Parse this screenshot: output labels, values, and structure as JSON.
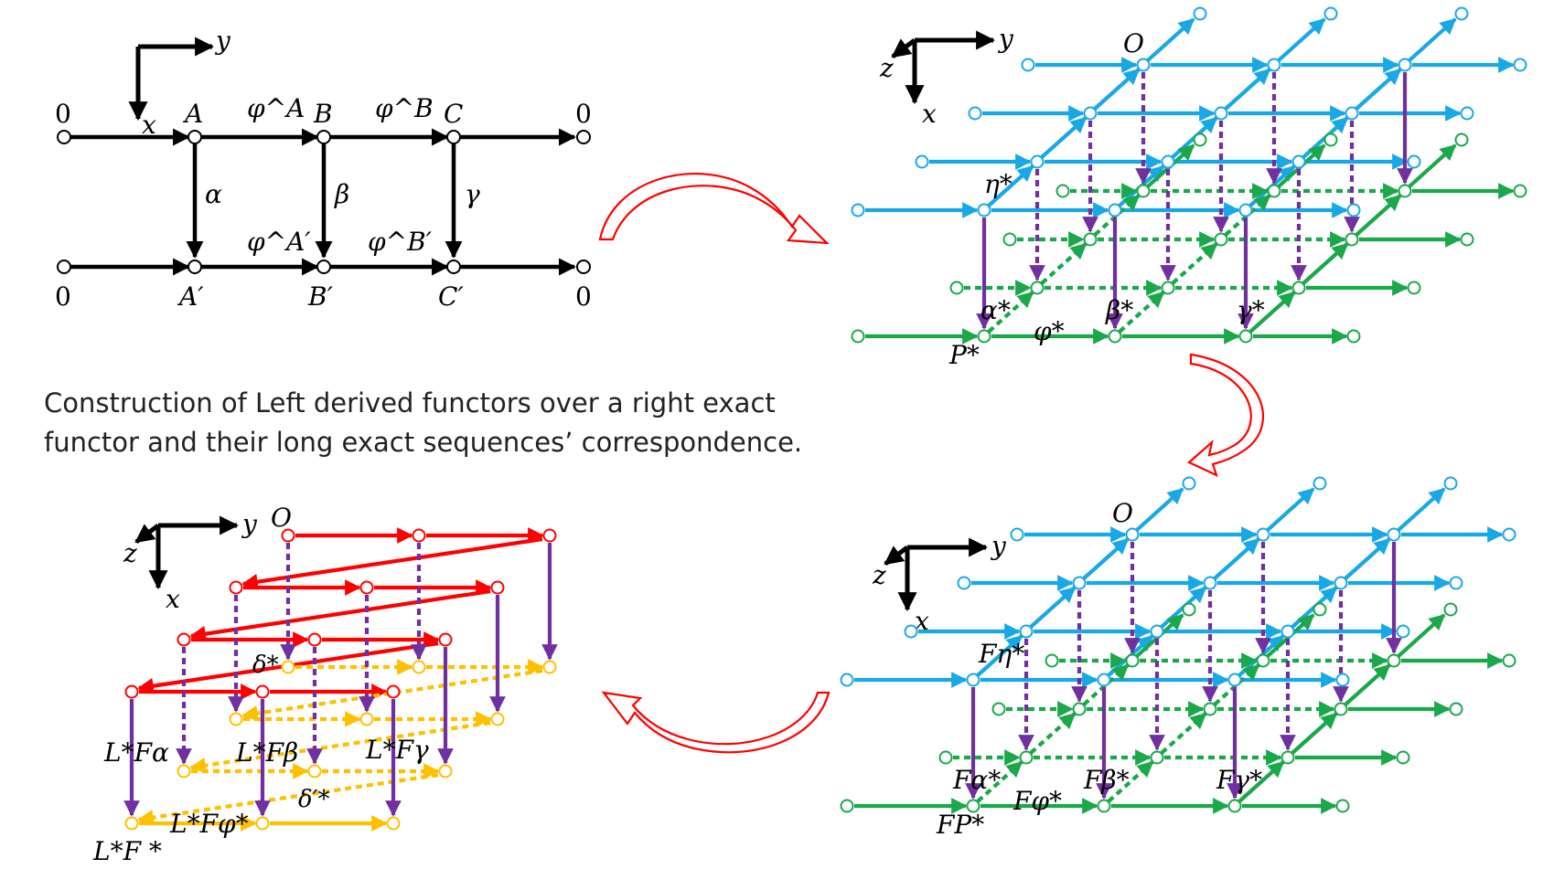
{
  "caption": "Construction of Left derived functors over a right exact functor and their long exact sequences’ correspondence.",
  "colors": {
    "black": "#000000",
    "blue": "#19a8e6",
    "green": "#1aa84a",
    "purple": "#7030a0",
    "red": "#ff0000",
    "yellow": "#ffc000",
    "caption": "#222222"
  },
  "axes": {
    "x": "x",
    "y": "y",
    "z": "z"
  },
  "panel1": {
    "zero": "0",
    "top_row": [
      "A",
      "B",
      "C"
    ],
    "bottom_row": [
      "A′",
      "B′",
      "C′"
    ],
    "top_maps": [
      "φ^A",
      "φ^B"
    ],
    "bottom_maps": [
      "φ^A′",
      "φ^B′"
    ],
    "verticals": [
      "α",
      "β",
      "γ"
    ]
  },
  "panel2": {
    "origin": "O",
    "labels": [
      "η*",
      "α*",
      "β*",
      "γ*",
      "φ*",
      "P*"
    ]
  },
  "panel3": {
    "origin": "O",
    "labels": [
      "Fη*",
      "Fα*",
      "Fβ*",
      "Fγ*",
      "Fφ*",
      "FP*"
    ]
  },
  "panel4": {
    "origin": "O",
    "labels": [
      "δ*",
      "L*Fα",
      "L*Fβ",
      "L*Fγ",
      "δ′*",
      "L*Fφ*",
      "L*F *"
    ]
  },
  "transitions": [
    "panel1-to-panel2",
    "panel2-to-panel3",
    "panel3-to-panel4"
  ]
}
